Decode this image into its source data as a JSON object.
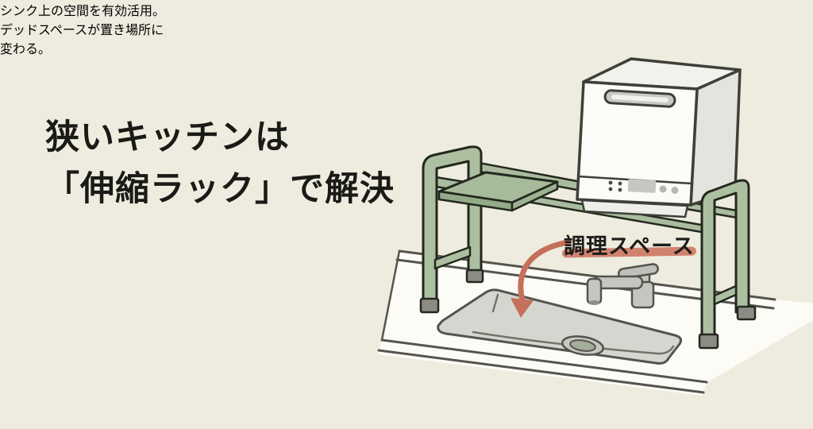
{
  "page": {
    "background_color": "#EEECDF"
  },
  "heading": {
    "line1": "狭いキッチンは",
    "line2": "「伸縮ラック」で解決",
    "color": "#1A1A17"
  },
  "body": {
    "line1": "シンク上の空間を有効活用。",
    "line2": "デッドスペースが置き場所に",
    "line3": "変わる。",
    "color": "#22221F"
  },
  "annotation": {
    "label": "調理スペース",
    "label_color": "#1C1C19",
    "underline_color": "#D0826E",
    "arrow_color": "#C5705C",
    "arrow_icon": "curved-down-arrow"
  },
  "illustration": {
    "rack": {
      "name": "extendable-rack",
      "fill": "#ACBFA1",
      "outline": "#23281E",
      "foot_color": "#8C8C84"
    },
    "shelf": {
      "name": "sliding-shelf",
      "fill": "#A6BB9B"
    },
    "dishwasher": {
      "name": "countertop-dishwasher",
      "fill": "#FBFBF7",
      "outline": "#3F3F39"
    },
    "counter": {
      "name": "kitchen-counter",
      "fill": "#FCFBF6",
      "outline": "#55544D"
    },
    "sink": {
      "name": "sink-basin",
      "fill": "#D6D6D0"
    },
    "faucet": {
      "name": "faucet",
      "fill": "#C6C6C0"
    }
  }
}
